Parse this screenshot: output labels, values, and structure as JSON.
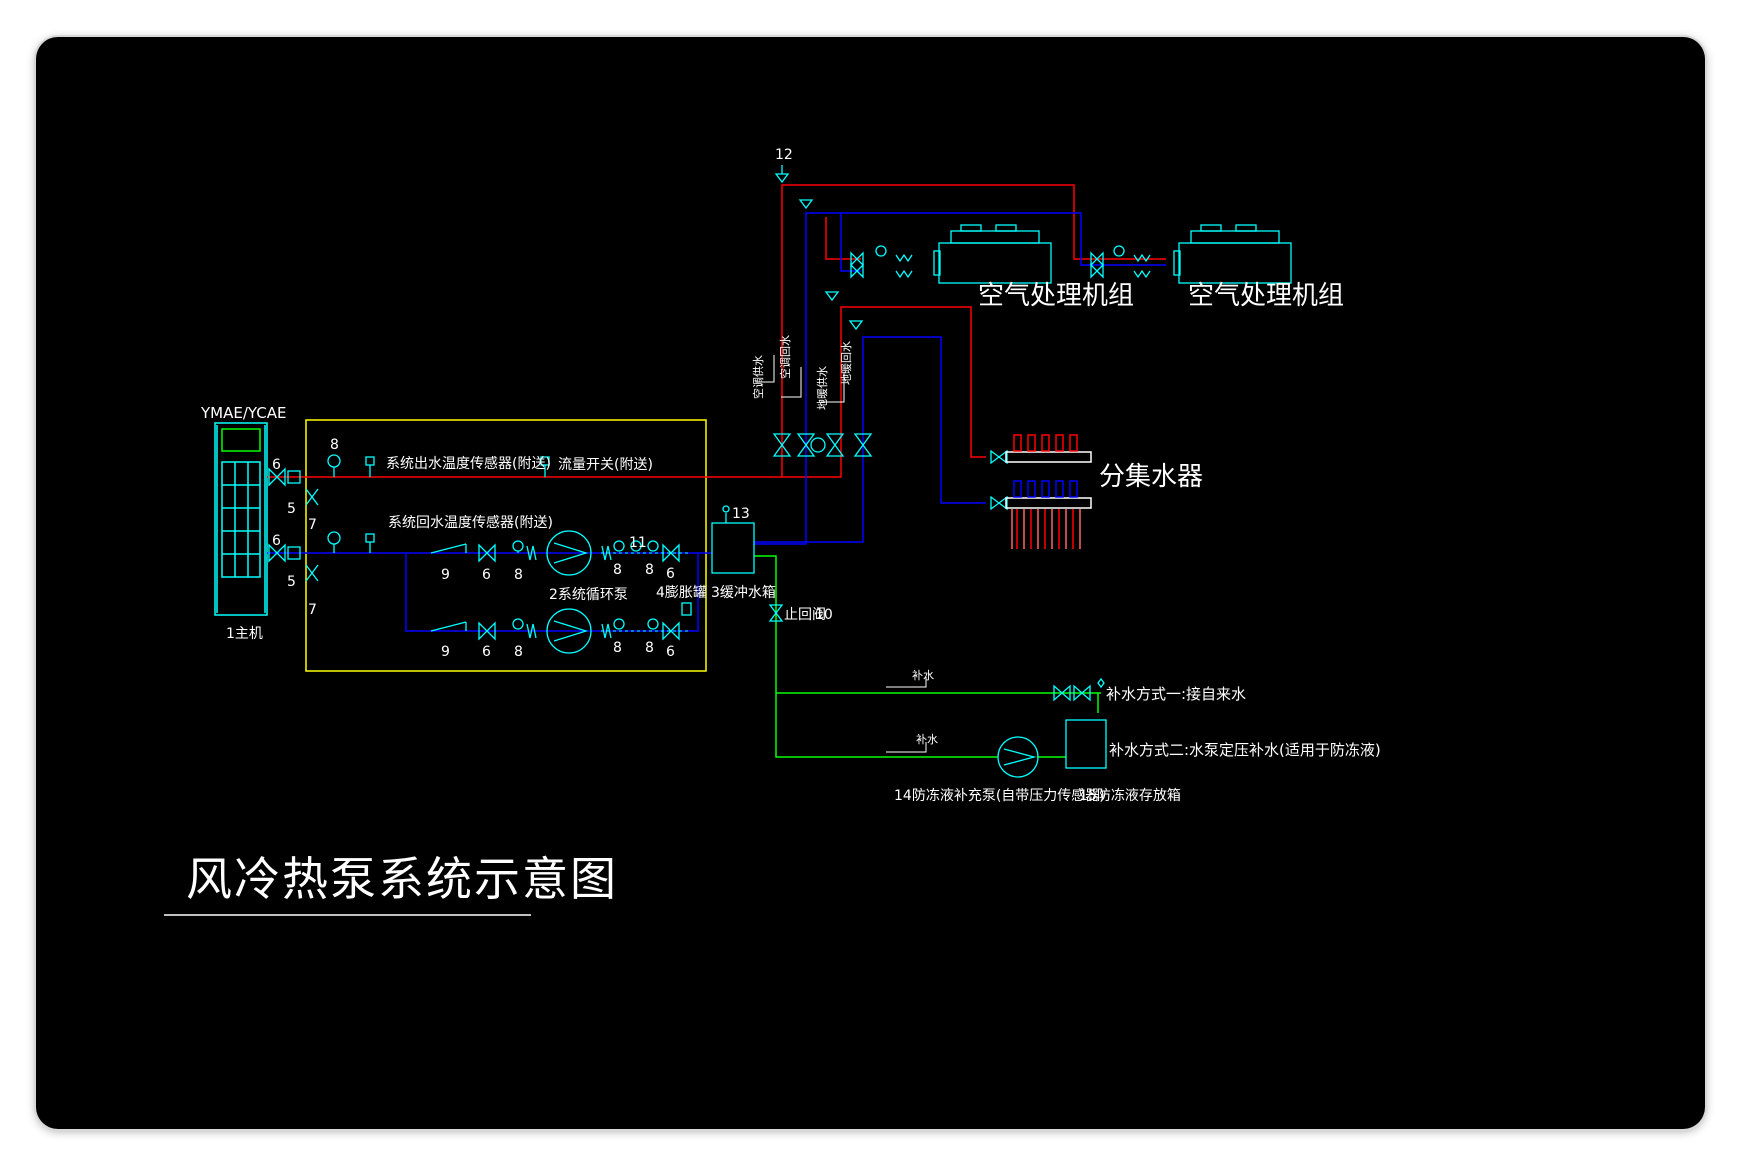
{
  "title": "风冷热泵系统示意图",
  "labels": {
    "host_model": "YMAE/YCAE",
    "host": "1主机",
    "supply_sensor": "系统出水温度传感器(附送)",
    "flow_switch": "流量开关(附送)",
    "return_sensor": "系统回水温度传感器(附送)",
    "circ_pump": "2系统循环泵",
    "exp_tank": "4膨胀罐",
    "buffer_tank": "3缓冲水箱",
    "check_valve": "止回阀",
    "ahu_1": "空气处理机组",
    "ahu_2": "空气处理机组",
    "manifold": "分集水器",
    "makeup_1": "补水方式一:接自来水",
    "makeup_2": "补水方式二:水泵定压补水(适用于防冻液)",
    "makeup_pipe_1": "补水",
    "makeup_pipe_2": "补水",
    "antifreeze_pump": "14防冻液补充泵(自带压力传感器)",
    "antifreeze_tank": "15防冻液存放箱",
    "riser_1": "空调供水",
    "riser_2": "空调回水",
    "riser_3": "地暖供水",
    "riser_4": "地暖回水"
  },
  "numbers": {
    "n5a": "5",
    "n5b": "5",
    "n6a": "6",
    "n6b": "6",
    "n6c": "6",
    "n6d": "6",
    "n6e": "6",
    "n6f": "6",
    "n7a": "7",
    "n7b": "7",
    "n8a": "8",
    "n8b": "8",
    "n8c": "8",
    "n8d": "8",
    "n8e": "8",
    "n8f": "8",
    "n8g": "8",
    "n8h": "8",
    "n9a": "9",
    "n9b": "9",
    "n10": "10",
    "n11": "11",
    "n12": "12",
    "n13": "13"
  },
  "colors": {
    "background": "#000000",
    "supply_pipe": "#ff0000",
    "return_pipe": "#0000ff",
    "makeup_pipe": "#00ff00",
    "equipment": "#00ffff",
    "text": "#ffffff",
    "frame_box": "#ffff00"
  }
}
